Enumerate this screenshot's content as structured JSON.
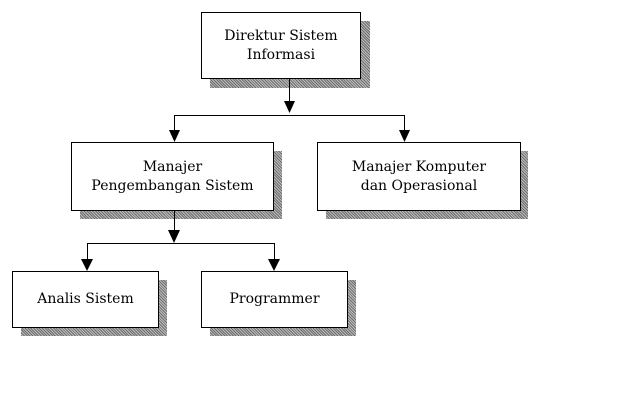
{
  "nodes": {
    "direktur": {
      "line1": "Direktur Sistem",
      "line2": "Informasi"
    },
    "manajer_pengembangan": {
      "line1": "Manajer",
      "line2": "Pengembangan Sistem"
    },
    "manajer_komputer": {
      "line1": "Manajer Komputer",
      "line2": "dan Operasional"
    },
    "analis": {
      "line1": "Analis Sistem"
    },
    "programmer": {
      "line1": "Programmer"
    }
  },
  "colors": {
    "border": "#000000",
    "shadow": "#9a9a9a",
    "background": "#ffffff"
  }
}
